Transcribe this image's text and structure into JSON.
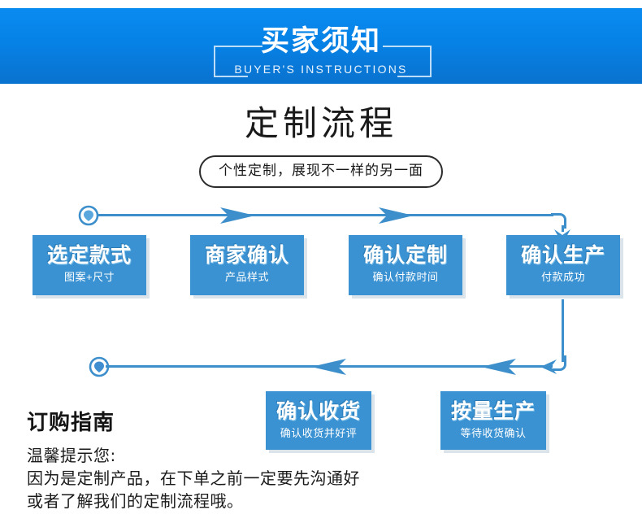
{
  "banner": {
    "title": "买家须知",
    "subtitle": "BUYER'S INSTRUCTIONS",
    "bg_color_top": "#0a8bf0",
    "bg_color_bottom": "#0a72cf",
    "text_color": "#ffffff"
  },
  "section": {
    "title": "定制流程",
    "pill_text": "个性定制，展现不一样的另一面"
  },
  "flow": {
    "box_color": "#3a92d2",
    "line_color": "#3d8fcc",
    "row1": [
      {
        "title": "选定款式",
        "subtitle": "图案+尺寸"
      },
      {
        "title": "商家确认",
        "subtitle": "产品样式"
      },
      {
        "title": "确认定制",
        "subtitle": "确认付款时间"
      },
      {
        "title": "确认生产",
        "subtitle": "付款成功"
      }
    ],
    "row2": [
      {
        "title": "确认收货",
        "subtitle": "确认收货并好评"
      },
      {
        "title": "按量生产",
        "subtitle": "等待收货确认"
      }
    ]
  },
  "guide": {
    "title": "订购指南",
    "line1": "温馨提示您:",
    "line2": "因为是定制产品，在下单之前一定要先沟通好",
    "line3": "或者了解我们的定制流程哦。"
  }
}
